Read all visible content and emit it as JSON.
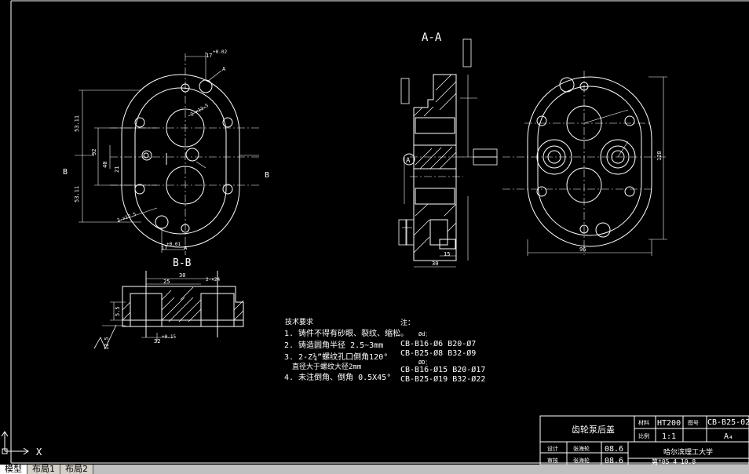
{
  "views": {
    "section_aa": "A-A",
    "section_bb": "B-B",
    "view_marker": "A",
    "cut_left": "B",
    "cut_right": "B"
  },
  "ucs": {
    "x_label": "X"
  },
  "dims": {
    "d17a": "17",
    "d002a": "+0.02",
    "d17b": "17",
    "d001b": "+0.01",
    "dA": "A",
    "d53a": "53.11",
    "d53b": "53.11",
    "d92": "92",
    "d40": "40",
    "d21": "21",
    "r_top": "2-×12.5",
    "r_bot": "2-×12.5",
    "d30": "30",
    "d25": "25",
    "d2x": "2-×24",
    "d55": "5.5",
    "d15r": "12.5",
    "d32": "32",
    "d015": "+0.15",
    "d96": "96",
    "d128": "128",
    "d30b": "30",
    "d15": "15"
  },
  "notes": {
    "tech_title": "技术要求",
    "tech_1": "1. 铸件不得有砂眼、裂纹、缩松。",
    "tech_2": "2. 铸造圆角半径 2.5~3mm",
    "tech_3a": "3. 2-Z¾”螺纹孔口倒角120°",
    "tech_3b": "直径大于螺纹大径2mm",
    "tech_4": "4. 未注倒角、倒角 0.5X45°",
    "note_title": "注：",
    "note_d1": "Ød：",
    "note_r1": "CB-B16-Ø6   B20-Ø7",
    "note_r2": "CB-B25-Ø8   B32-Ø9",
    "note_d2": "ØD：",
    "note_r3": "CB-B16-Ø15  B20-Ø17",
    "note_r4": "CB-B25-Ø19 B32-Ø22"
  },
  "title_block": {
    "part_name": "齿轮泵后盖",
    "material_label": "材料",
    "material": "HT200",
    "scale_label": "比例",
    "scale": "1:1",
    "drawing_no_label": "图号",
    "drawing_no": "CB-B25-02",
    "sheet": "A₄",
    "design_label": "设计",
    "designer": "张海轮",
    "design_date": "08.6",
    "check_label": "审核",
    "checker": "张海轮",
    "check_date": "08.6",
    "school": "哈尔滨理工大学",
    "footer": "第*05  4  10.8"
  },
  "tabs": [
    "模型",
    "布局1",
    "布局2"
  ]
}
